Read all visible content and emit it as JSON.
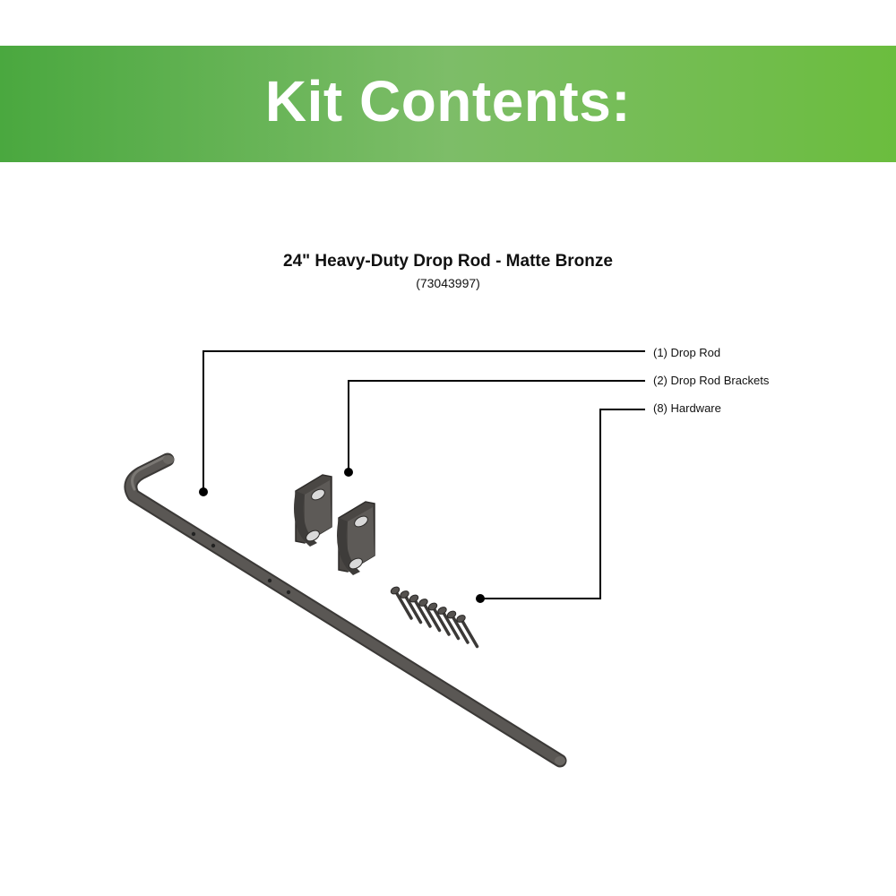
{
  "banner": {
    "title": "Kit Contents:",
    "gradient_colors": [
      "#4aa83f",
      "#7dbd68",
      "#6bbd3e"
    ]
  },
  "product": {
    "title": "24\" Heavy-Duty Drop Rod - Matte Bronze",
    "sku": "(73043997)"
  },
  "items": [
    {
      "label": "(1) Drop Rod"
    },
    {
      "label": "(2) Drop Rod Brackets"
    },
    {
      "label": "(8) Hardware"
    }
  ],
  "colors": {
    "part_fill": "#55524f",
    "part_dark": "#3b3937",
    "leader_line": "#000000"
  }
}
